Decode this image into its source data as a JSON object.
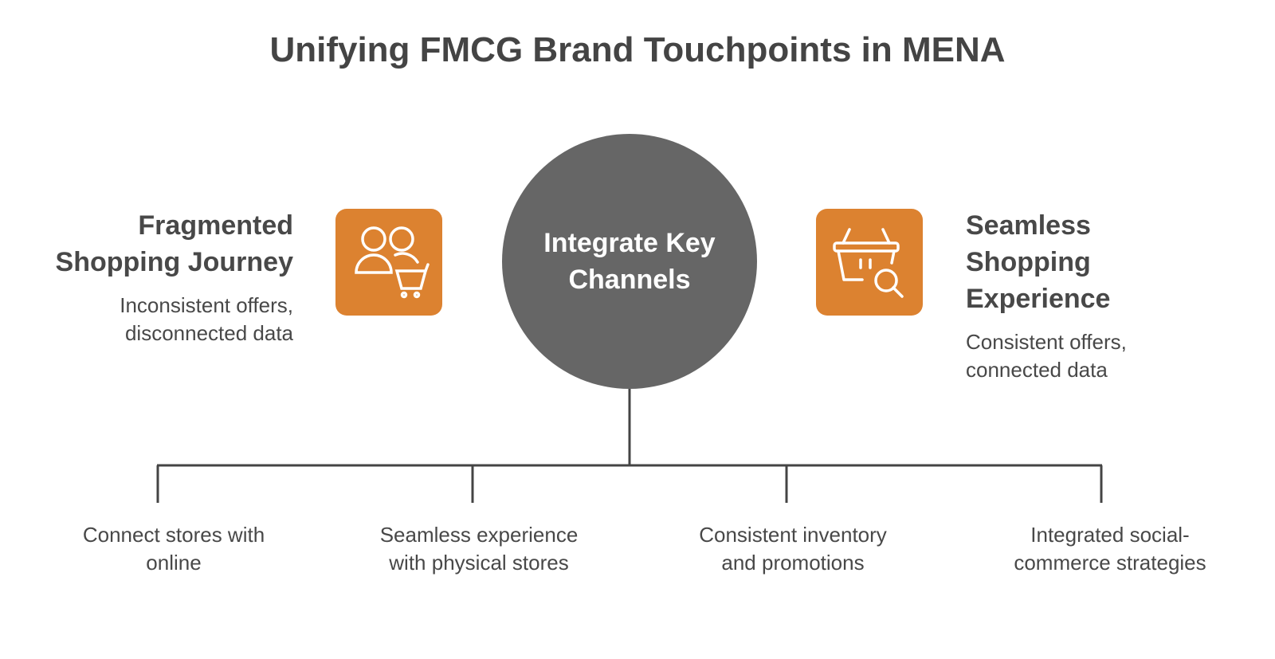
{
  "title": "Unifying FMCG Brand Touchpoints in MENA",
  "left": {
    "title_line1": "Fragmented",
    "title_line2": "Shopping Journey",
    "desc_line1": "Inconsistent offers,",
    "desc_line2": "disconnected data",
    "icon": "users-cart-icon"
  },
  "right": {
    "title_line1": "Seamless",
    "title_line2": "Shopping",
    "title_line3": "Experience",
    "desc_line1": "Consistent offers,",
    "desc_line2": "connected data",
    "icon": "basket-search-icon"
  },
  "hub": {
    "line1": "Integrate Key",
    "line2": "Channels"
  },
  "leaves": [
    {
      "line1": "Connect stores with",
      "line2": "online"
    },
    {
      "line1": "Seamless experience",
      "line2": "with physical stores"
    },
    {
      "line1": "Consistent inventory",
      "line2": "and promotions"
    },
    {
      "line1": "Integrated social-",
      "line2": "commerce strategies"
    }
  ],
  "colors": {
    "accent": "#DC8230",
    "hub": "#666666",
    "text": "#444444"
  }
}
